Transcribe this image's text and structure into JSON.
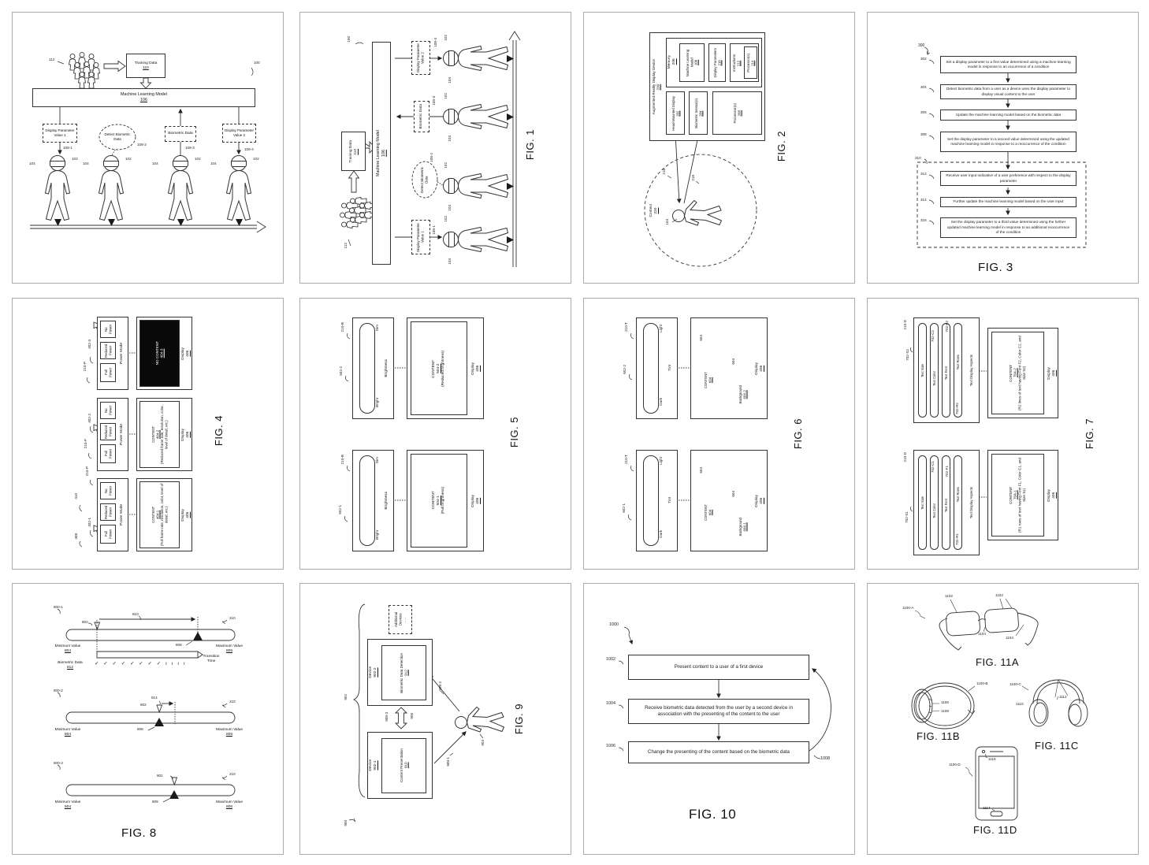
{
  "page": {
    "bg": "#ffffff",
    "cell_border": "#ababab",
    "ink": "#222222"
  },
  "fig1": {
    "title": "FIG. 1",
    "ref": "100",
    "crowd_ref": "112",
    "training": "Training Data",
    "training_num": "110",
    "model": "Machine Learning Model",
    "model_num": "106",
    "box1": "Display Parameter Value 1",
    "box1_ref": "108-1",
    "box2": "Detect Biometric Data",
    "box2_ref": "108-2",
    "box3": "Biometric Data",
    "box3_ref": "108-3",
    "box4": "Display Parameter Value 2",
    "box4_ref": "108-4",
    "person_ref": "104",
    "headset_ref": "102"
  },
  "fig2": {
    "title": "FIG. 2",
    "device": "Augmented Reality Display Device",
    "device_num": "200",
    "memory": "Memory",
    "memory_num": "206",
    "ml": "Machine Learning Model",
    "ml_num": "106",
    "params": "Display Parameters",
    "params_num": "210",
    "instructions": "Instructions",
    "instructions_num": "212",
    "proc2": "Processor(s)",
    "proc2_num": "214",
    "hmd": "Head-Mounted Display",
    "hmd_num": "202",
    "sensor": "Biometric Sensor(s)",
    "sensor_num": "204",
    "proc": "Processor(s)",
    "proc_num": "208",
    "context": "Context",
    "context_num": "220",
    "arrow1_ref": "216",
    "arrow2_ref": "218",
    "person_ref": "104"
  },
  "fig3": {
    "title": "FIG. 3",
    "ref": "300",
    "dashed_ref": "310",
    "steps": [
      {
        "ref": "302",
        "text": "Set a display parameter to a first value determined using a machine learning model in response to an occurrence of a condition"
      },
      {
        "ref": "304",
        "text": "Detect biometric data from a user as a device uses the display parameter to display visual content to the user"
      },
      {
        "ref": "306",
        "text": "Update the machine learning model based on the biometric data"
      },
      {
        "ref": "308",
        "text": "Set the display parameter to a second value determined using the updated machine learning model in response to a reoccurrence of the condition"
      }
    ],
    "dashed_steps": [
      {
        "ref": "312",
        "text": "Receive user input indicative of a user preference with respect to the display parameter"
      },
      {
        "ref": "314",
        "text": "Further update the machine learning model based on the user input"
      },
      {
        "ref": "316",
        "text": "Set the display parameter to a third value determined using the further updated machine learning model in response to an additional reoccurrence of the condition"
      }
    ]
  },
  "fig4": {
    "title": "FIG. 4",
    "power_mode": "Power Mode",
    "full": "Full Power",
    "reduced": "Reduced Power",
    "none": "No Power",
    "display": "Display",
    "display_num": "406",
    "content": "CONTENT",
    "no_content": "NO CONTENT",
    "c1_num": "404-1",
    "c1_desc": "(Full frame rate, resolution, color, level of detail, etc.)",
    "c2_num": "404-2",
    "c2_desc": "(Reduced frame rate, resolution, color, level of detail, etc.)",
    "c3_num": "404-3",
    "p_ref": "210-P",
    "panel1_ref": "402-1",
    "panel2_ref": "402-2",
    "panel3_ref": "402-3",
    "brace1_ref": "408",
    "brace2_ref": "410"
  },
  "fig5": {
    "title": "FIG. 5",
    "bright": "Bright",
    "dim": "Dim",
    "axis": "Brightness",
    "display": "Display",
    "display_num": "406",
    "content": "CONTENT",
    "c1_num": "504-1",
    "c1_desc": "(Full brightness)",
    "c2_num": "504-2",
    "c2_desc": "(Reduced brightness)",
    "b_ref": "210-B",
    "s1_ref": "502-1",
    "s2_ref": "502-2"
  },
  "fig6": {
    "title": "FIG. 6",
    "dark": "Dark",
    "light": "Light",
    "axis": "Tint",
    "display": "Display",
    "display_num": "406",
    "content": "CONTENT",
    "content_num": "604",
    "circle_num": "604",
    "background": "Background",
    "bg1_num": "606-1",
    "bg2_num": "606-2",
    "t_ref": "210-T",
    "s1_ref": "602-1",
    "s2_ref": "602-2"
  },
  "fig7": {
    "title": "FIG. 7",
    "sliders": [
      "Text Size",
      "Text Color",
      "Text Font",
      "Text Rows"
    ],
    "caption": "Text Display Aspects",
    "display": "Display",
    "display_num": "406",
    "content": "CONTENT",
    "c1_num": "704-1",
    "c1_desc": "(R1 rows of text having Font F1, Color C1, and Size S1)",
    "c2_num": "704-2",
    "c2_desc": "(R2 lines of text having Font F2, Color C2, and Size S2)",
    "d_ref": "210-D",
    "s1_refs": [
      "702-S1",
      "702-C1",
      "702-F1",
      "702-R1"
    ],
    "s2_refs": [
      "702-S2",
      "702-C2",
      "702-F2",
      "702-R2"
    ]
  },
  "fig8": {
    "title": "FIG. 8",
    "ref210": "210",
    "min": "Minimum Value",
    "min_num": "804",
    "max": "Maximum Value",
    "max_num": "806",
    "g1_ref": "800-1",
    "g2_ref": "800-2",
    "g3_ref": "800-3",
    "marker_ref": "802",
    "tri_ref": "808",
    "span_ref": "810",
    "span2_ref": "814",
    "transition": "Transition Time",
    "bio": "Biometric Data",
    "bio_num": "812",
    "checks": "✓ ✓ ✓ ✓ ✓ ✓ ✓ ✓ ı ı ı ı"
  },
  "fig9": {
    "title": "FIG. 9",
    "ref": "900",
    "brace_ref": "902",
    "additional": "Additional Devices",
    "ellipsis": ". . .",
    "device": "Device",
    "d1_num": "902-1",
    "d2_num": "902-2",
    "content_pres": "Content Presentation",
    "content_pres_num": "910",
    "bio_det": "Biometric Data Detection",
    "bio_det_num": "912",
    "a906": "906",
    "a908_1": "908-1",
    "a908_2": "908-2",
    "a908_3": "908-3",
    "person_ref": "904"
  },
  "fig10": {
    "title": "FIG. 10",
    "ref": "1000",
    "loop_ref": "1008",
    "steps": [
      {
        "ref": "1002",
        "text": "Present content to a user of a first device"
      },
      {
        "ref": "1004",
        "text": "Receive biometric data detected from the user by a second device in association with the presenting of the content to the user"
      },
      {
        "ref": "1006",
        "text": "Change the presenting of the content based on the biometric data"
      }
    ]
  },
  "fig11": {
    "a_title": "FIG. 11A",
    "b_title": "FIG. 11B",
    "c_title": "FIG. 11C",
    "d_title": "FIG. 11D",
    "a_ref": "1100-A",
    "lens_ref": "1102",
    "temple_ref": "1104",
    "b_ref": "1100-B",
    "watch_ref1": "1106",
    "watch_ref2": "1108",
    "c_ref": "1100-C",
    "cup_ref": "1110",
    "band_ref": "1112",
    "d_ref": "1100-D",
    "camera_ref": "1116",
    "home_ref": "1114"
  }
}
